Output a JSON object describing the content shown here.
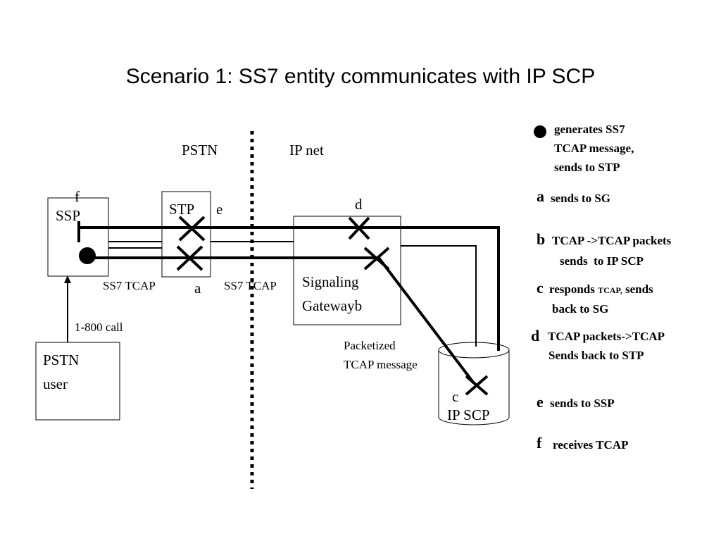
{
  "title": "Scenario 1: SS7 entity communicates with IP SCP",
  "regions": {
    "left": "PSTN",
    "right": "IP net"
  },
  "nodes": {
    "ssp": "SSP",
    "stp": "STP",
    "sg_line1": "Signaling",
    "sg_line2": "Gatewayb",
    "pstn_user_line1": "PSTN",
    "pstn_user_line2": "user",
    "ip_scp": "IP SCP"
  },
  "step_labels": {
    "a": "a",
    "c": "c",
    "d": "d",
    "e": "e",
    "f": "f"
  },
  "link_labels": {
    "ss7_tcap_left": "SS7 TCAP",
    "ss7_tcap_right": "SS7 TCAP",
    "call": "1-800 call",
    "packetized_line1": "Packetized",
    "packetized_line2": "TCAP message"
  },
  "legend": {
    "bullet": {
      "line1": "generates SS7",
      "line2": "TCAP message,",
      "line3": "sends to STP"
    },
    "a": {
      "letter": "a",
      "text": "sends to SG"
    },
    "b": {
      "letter": "b",
      "line1": "TCAP ->TCAP packets",
      "line2": "sends  to IP SCP"
    },
    "c": {
      "letter": "c",
      "text_pre": "responds ",
      "text_small": "TCAP,",
      "text_post": " sends",
      "line2": "back to SG"
    },
    "d": {
      "letter": "d",
      "line1": "TCAP packets->TCAP",
      "line2": "Sends back to STP"
    },
    "e": {
      "letter": "e",
      "text": "sends to SSP"
    },
    "f": {
      "letter": "f",
      "text": "receives TCAP"
    }
  }
}
